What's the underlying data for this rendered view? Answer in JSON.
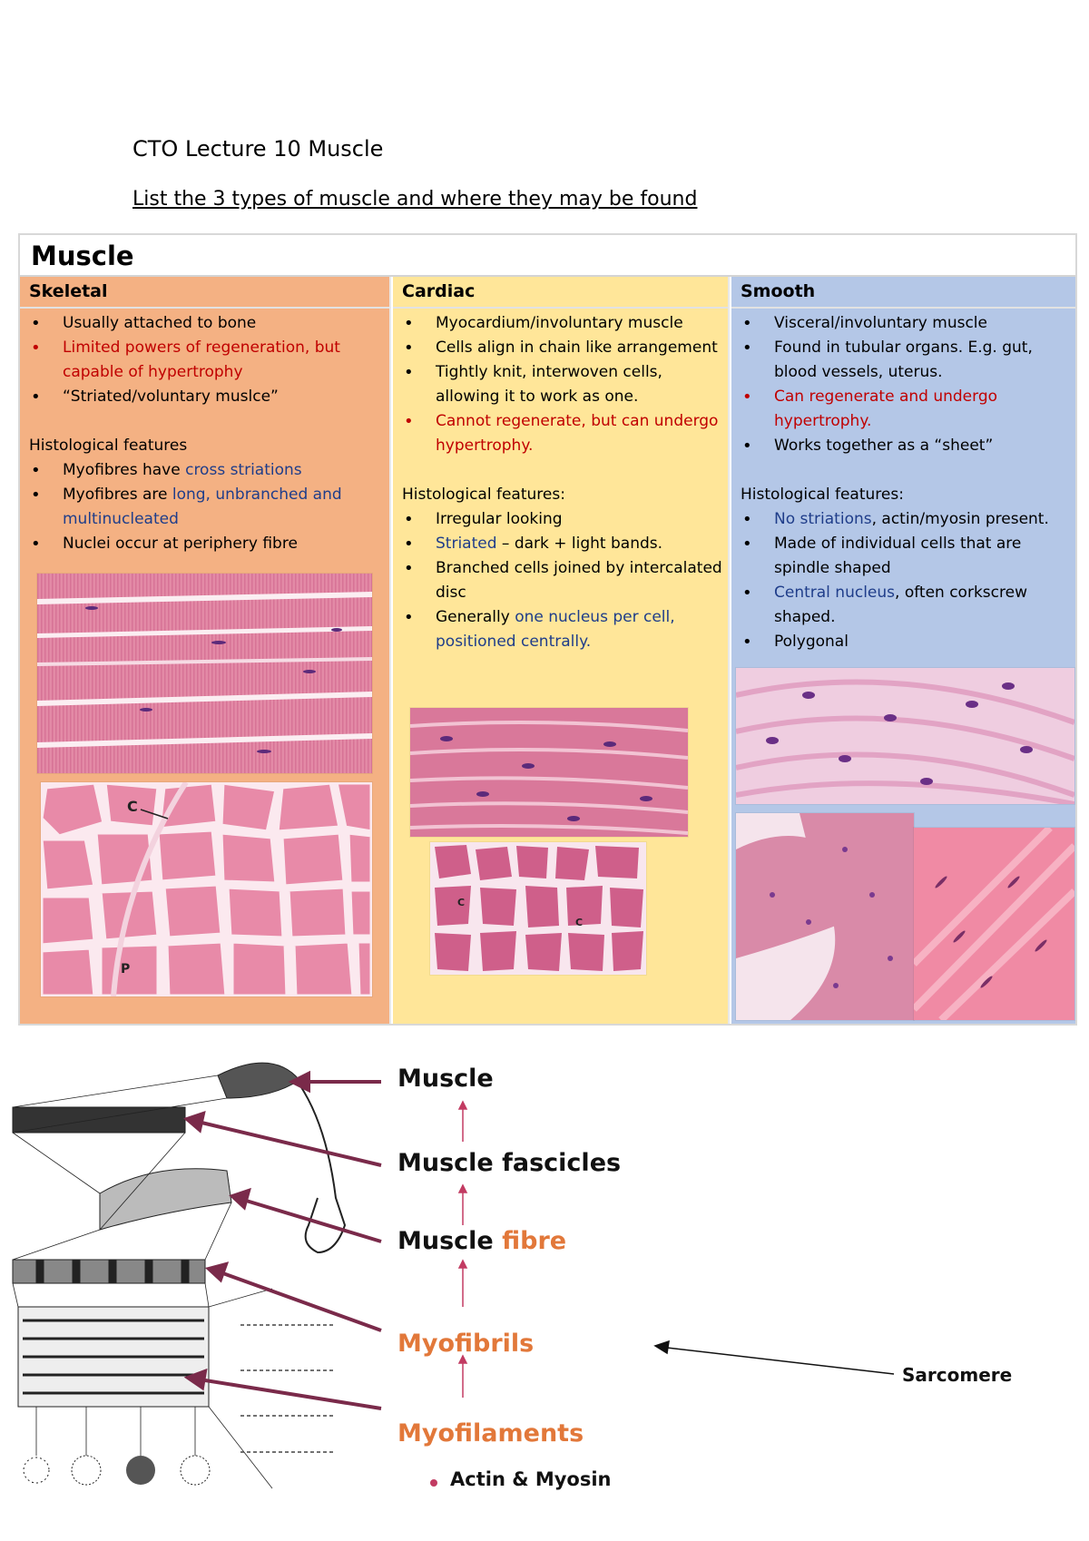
{
  "header": {
    "title": "CTO Lecture 10 Muscle",
    "question": "List the 3 types of muscle and where they may be found"
  },
  "table": {
    "title": "Muscle",
    "skeletal": {
      "title": "Skeletal",
      "bullets": [
        "Usually attached to bone",
        "Limited powers of regeneration, but capable of hypertrophy",
        "“Striated/voluntary muslce”"
      ],
      "histo_heading": "Histological features",
      "histo": {
        "b1_pre": "Myofibres have ",
        "b1_blue": "cross striations",
        "b2_pre": "Myofibres are ",
        "b2_blue": "long, unbranched and multinucleated",
        "b3": "Nuclei occur at periphery fibre"
      },
      "micro_labels": {
        "c": "C",
        "p": "P"
      }
    },
    "cardiac": {
      "title": "Cardiac",
      "bullets": [
        "Myocardium/involuntary muscle",
        "Cells align in chain like arrangement",
        "Tightly knit, interwoven cells, allowing it to work as one."
      ],
      "red_bullet": "Cannot regenerate, but can undergo hypertrophy.",
      "histo_heading": "Histological features:",
      "histo": {
        "b1": "Irregular looking",
        "b2_blue": "Striated",
        "b2_rest": " – dark + light bands.",
        "b3": "Branched cells joined by intercalated disc",
        "b4_pre": "Generally ",
        "b4_blue": "one nucleus per cell, positioned centrally."
      },
      "micro_labels": {
        "c": "C"
      }
    },
    "smooth": {
      "title": "Smooth",
      "bullets": [
        "Visceral/involuntary muscle",
        "Found in tubular organs. E.g. gut, blood vessels, uterus."
      ],
      "red_bullet": "Can regenerate and undergo hypertrophy.",
      "last_bullet": "Works together as a “sheet”",
      "histo_heading": "Histological features:",
      "histo": {
        "b1_blue": "No striations",
        "b1_rest": ", actin/myosin present.",
        "b2": "Made of individual cells that are spindle shaped",
        "b3_blue": "Central nucleus",
        "b3_rest": ", often corkscrew shaped.",
        "b4": "Polygonal"
      }
    }
  },
  "diagram": {
    "labels": {
      "muscle": "Muscle",
      "fascicles": "Muscle fascicles",
      "fibre_a": "Muscle ",
      "fibre_b": "fibre",
      "myofibrils": "Myofibrils",
      "myofilaments": "Myofilaments",
      "actin": "Actin & Myosin",
      "sarcomere": "Sarcomere"
    },
    "colors": {
      "arrow": "#7a2a4a",
      "orange": "#e2783a"
    }
  }
}
